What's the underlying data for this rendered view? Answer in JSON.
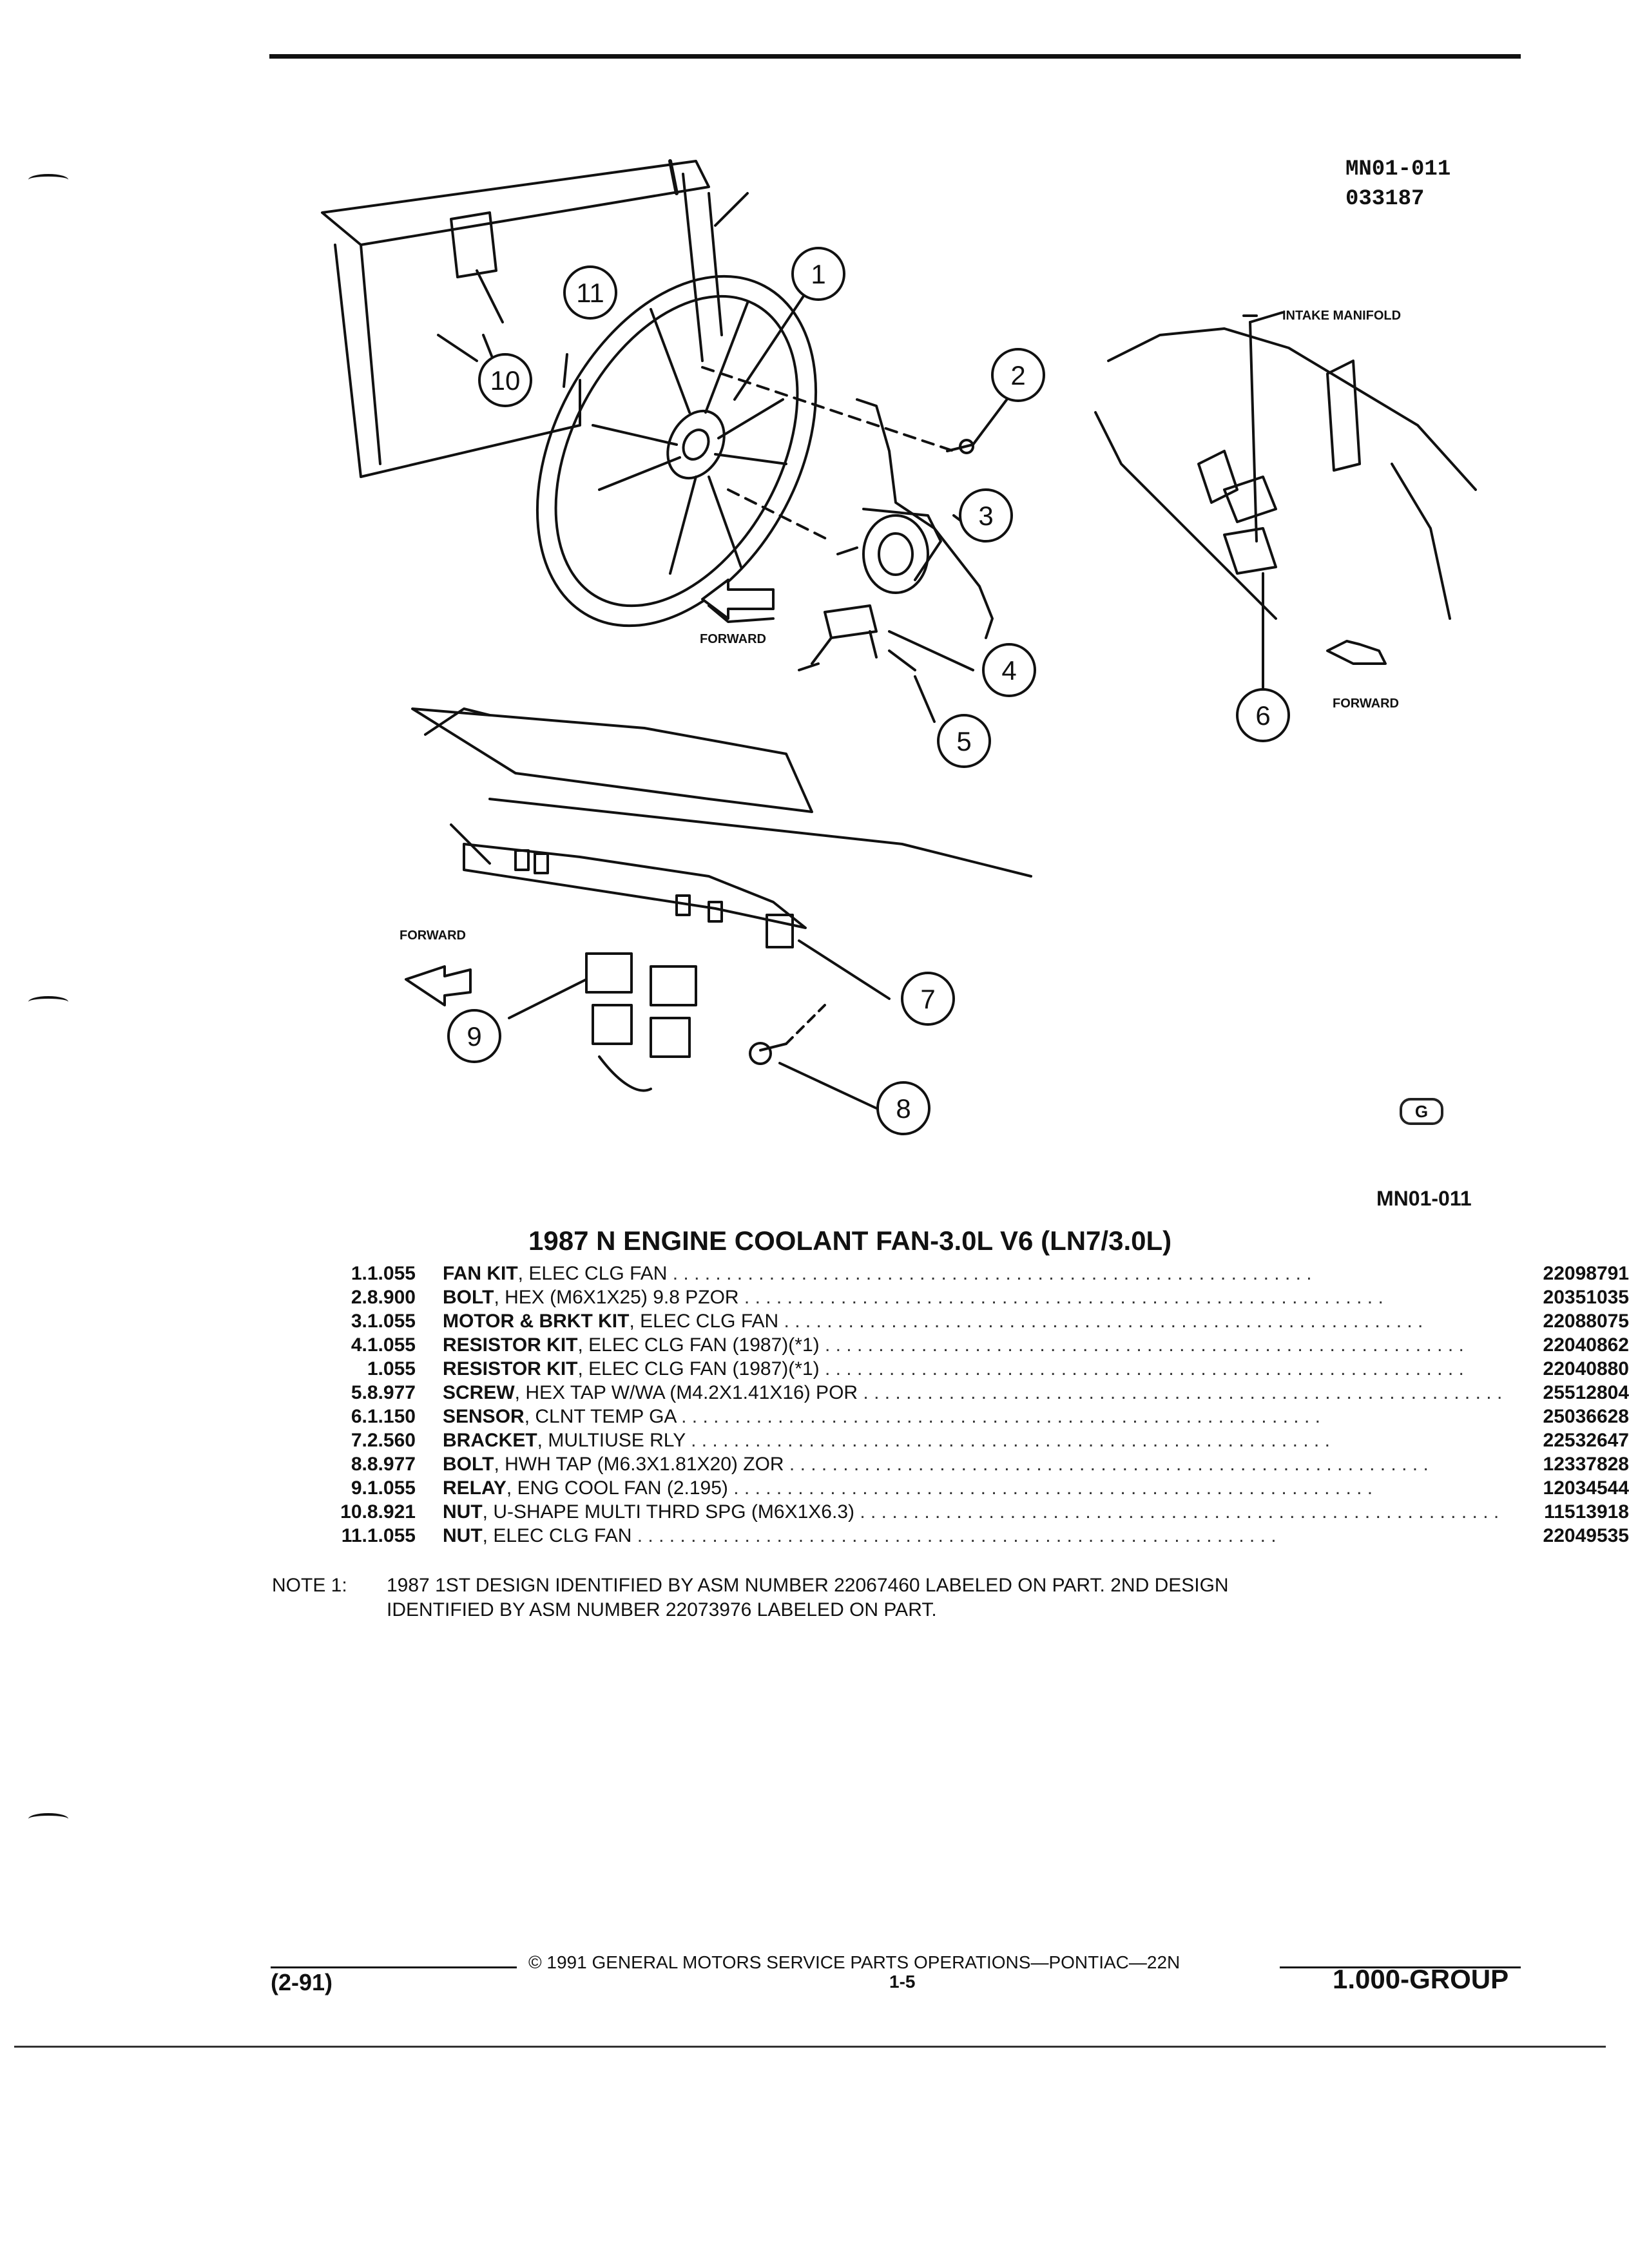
{
  "figure": {
    "ref_top": [
      "MN01-011",
      "033187"
    ],
    "ref_bottom": "MN01-011",
    "callouts": [
      "1",
      "2",
      "3",
      "4",
      "5",
      "6",
      "7",
      "8",
      "9",
      "10",
      "11"
    ],
    "labels": {
      "intake_manifold": "INTAKE MANIFOLD",
      "forward": "FORWARD"
    },
    "gm_mark": "G"
  },
  "title": "1987 N ENGINE COOLANT FAN-3.0L V6 (LN7/3.0L)",
  "parts": [
    {
      "num": "1.",
      "qty": "1.055",
      "name": "FAN KIT",
      "desc": ", ELEC CLG FAN",
      "pn": "22098791"
    },
    {
      "num": "2.",
      "qty": "8.900",
      "name": "BOLT",
      "desc": ", HEX (M6X1X25) 9.8 PZOR",
      "pn": "20351035"
    },
    {
      "num": "3.",
      "qty": "1.055",
      "name": "MOTOR & BRKT KIT",
      "desc": ", ELEC CLG FAN",
      "pn": "22088075"
    },
    {
      "num": "4.",
      "qty": "1.055",
      "name": "RESISTOR KIT",
      "desc": ", ELEC CLG FAN (1987)(*1)",
      "pn": "22040862"
    },
    {
      "num": "",
      "qty": "1.055",
      "name": "RESISTOR KIT",
      "desc": ", ELEC CLG FAN (1987)(*1)",
      "pn": "22040880"
    },
    {
      "num": "5.",
      "qty": "8.977",
      "name": "SCREW",
      "desc": ", HEX TAP W/WA (M4.2X1.41X16) POR",
      "pn": "25512804"
    },
    {
      "num": "6.",
      "qty": "1.150",
      "name": "SENSOR",
      "desc": ", CLNT TEMP GA",
      "pn": "25036628"
    },
    {
      "num": "7.",
      "qty": "2.560",
      "name": "BRACKET",
      "desc": ", MULTIUSE RLY",
      "pn": "22532647"
    },
    {
      "num": "8.",
      "qty": "8.977",
      "name": "BOLT",
      "desc": ", HWH TAP (M6.3X1.81X20) ZOR",
      "pn": "12337828"
    },
    {
      "num": "9.",
      "qty": "1.055",
      "name": "RELAY",
      "desc": ", ENG COOL FAN (2.195)",
      "pn": "12034544"
    },
    {
      "num": "10.",
      "qty": "8.921",
      "name": "NUT",
      "desc": ", U-SHAPE MULTI THRD SPG (M6X1X6.3)",
      "pn": "11513918"
    },
    {
      "num": "11.",
      "qty": "1.055",
      "name": "NUT",
      "desc": ", ELEC CLG FAN",
      "pn": "22049535"
    }
  ],
  "note": {
    "label": "NOTE  1:",
    "line1": "1987 1ST DESIGN IDENTIFIED BY ASM NUMBER 22067460 LABELED ON PART. 2ND DESIGN",
    "line2": "IDENTIFIED BY ASM NUMBER 22073976 LABELED ON PART."
  },
  "footer": {
    "copyright": "© 1991 GENERAL MOTORS SERVICE PARTS OPERATIONS—PONTIAC—22N",
    "date_code": "(2-91)",
    "page": "1-5",
    "group": "1.000-GROUP"
  }
}
